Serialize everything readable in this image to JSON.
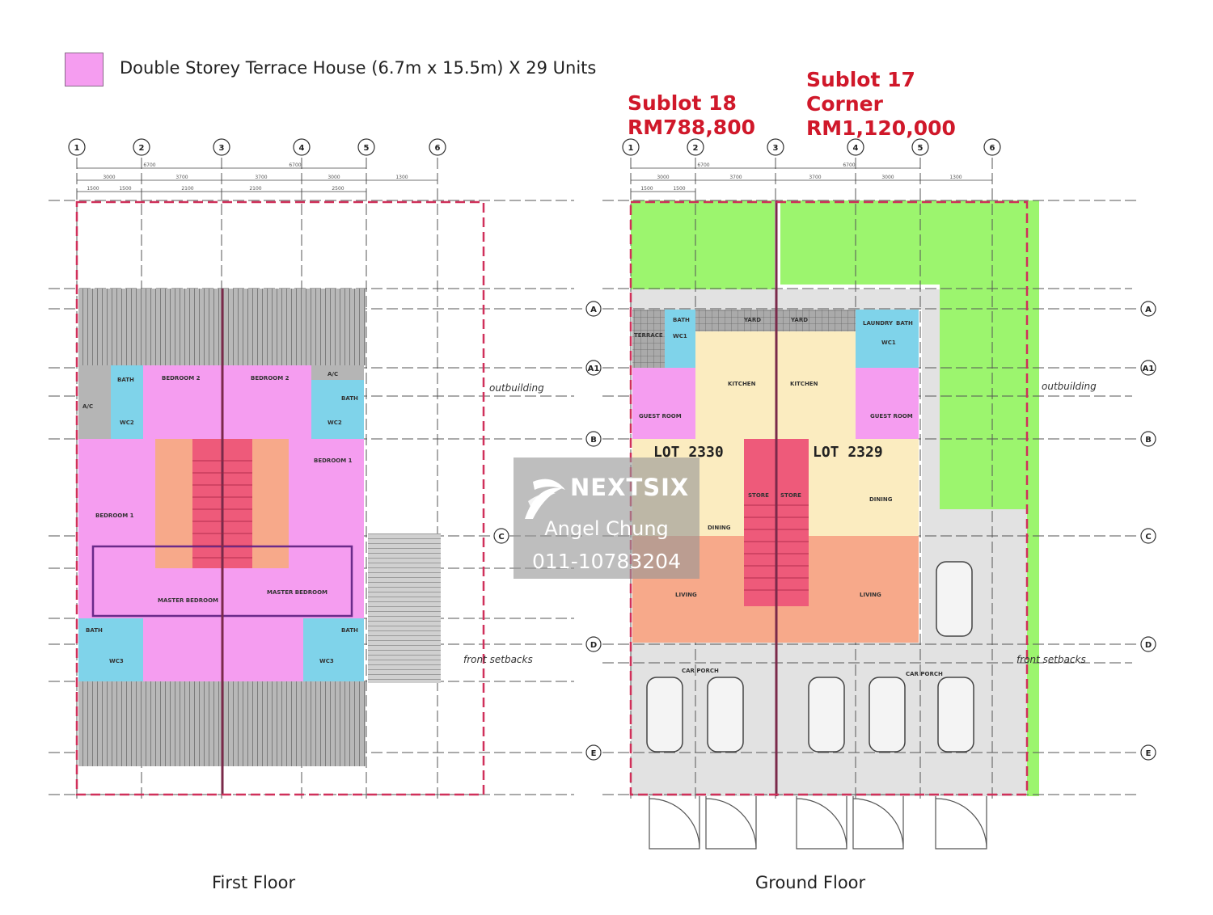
{
  "legend": {
    "label": "Double Storey Terrace House (6.7m x 15.5m) X 29 Units",
    "color": "#f59df0"
  },
  "sublots": [
    {
      "lines": [
        "Sublot 18",
        "RM788,800"
      ]
    },
    {
      "lines": [
        "Sublot 17",
        "Corner",
        "RM1,120,000"
      ]
    }
  ],
  "colors": {
    "bedroom": "#f59df0",
    "bath": "#7fd3ea",
    "kitchen": "#fbecc0",
    "stair": "#ee5a7a",
    "living": "#f7a98a",
    "garden": "#9cf56e",
    "porch": "#e2e2e2",
    "plot_line": "#d0305a",
    "price_text": "#d0182a"
  },
  "grid": {
    "columns": [
      "1",
      "2",
      "3",
      "4",
      "5",
      "6"
    ],
    "rows": [
      "A",
      "A1",
      "B",
      "C",
      "D",
      "E"
    ]
  },
  "dimensions": {
    "overall": [
      "6700",
      "6700"
    ],
    "bays": [
      "3000",
      "3700",
      "3700",
      "3000",
      "1300"
    ],
    "sub": [
      "1500",
      "1500",
      "2100",
      "2100",
      "2500"
    ]
  },
  "first_floor": {
    "caption": "First Floor",
    "rooms": {
      "ac": "A/C",
      "bath": "BATH",
      "wc2": "WC2",
      "bedroom2": "BEDROOM 2",
      "bedroom1": "BEDROOM 1",
      "master": "MASTER BEDROOM",
      "wc3": "WC3"
    },
    "notes": {
      "outbuilding": "outbuilding",
      "setbacks": "front setbacks"
    }
  },
  "ground_floor": {
    "caption": "Ground Floor",
    "lots": [
      "LOT 2330",
      "LOT 2329"
    ],
    "rooms": {
      "terrace": "TERRACE",
      "bath": "BATH",
      "wc1": "WC1",
      "yard": "YARD",
      "kitchen": "KITCHEN",
      "guest": "GUEST ROOM",
      "laundry": "LAUNDRY",
      "store": "STORE",
      "dining": "DINING",
      "living": "LIVING",
      "carporch": "CAR PORCH"
    },
    "notes": {
      "outbuilding": "outbuilding",
      "setbacks": "front setbacks"
    }
  },
  "watermark": {
    "brand": "NEXTSIX",
    "agent": "Angel Chung",
    "phone": "011-10783204"
  }
}
